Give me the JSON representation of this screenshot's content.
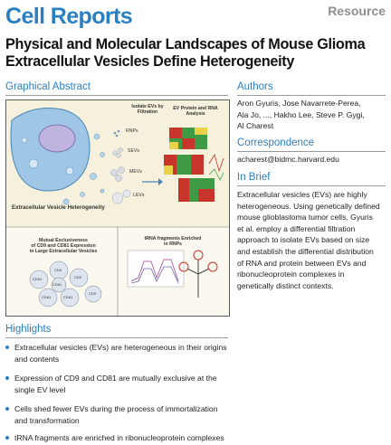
{
  "header": {
    "journal": "Cell Reports",
    "article_type": "Resource",
    "title_line1": "Physical and Molecular Landscapes of Mouse Glioma",
    "title_line2": "Extracellular Vesicles Define Heterogeneity"
  },
  "graphical_abstract": {
    "heading": "Graphical Abstract",
    "isolate_label_1": "Isolate EVs by",
    "isolate_label_2": "Filtration",
    "ev_types": [
      "RNPs",
      "SEVs",
      "MEVs",
      "LEVs"
    ],
    "analysis_label_1": "EV Protein and RNA",
    "analysis_label_2": "Analysis",
    "heterogeneity_label": "Extracellular Vesicle Heterogeneity",
    "exclusivity_label_1": "Mutual Exclusiveness",
    "exclusivity_label_2": "of CD9 and CD81 Expression",
    "exclusivity_label_3": "in Large Extracellular Vesicles",
    "trna_label_1": "tRNA fragments Enriched",
    "trna_label_2": "in RNPs",
    "cd_markers": [
      "CD81",
      "CD9",
      "CD9",
      "CD81",
      "CD81",
      "CD9",
      "CD81"
    ],
    "colors": {
      "accent": "#2a7fc1",
      "cell": "#9fc6e4",
      "nucleus": "#bfb4e0",
      "heat_red": "#c8352b",
      "heat_green": "#3f9a45"
    }
  },
  "authors": {
    "heading": "Authors",
    "line1": "Aron Gyuris, Jose Navarrete-Perea,",
    "line2": "Ala Jo, ..., Hakho Lee, Steve P. Gygi,",
    "line3": "Al Charest"
  },
  "correspondence": {
    "heading": "Correspondence",
    "email": "acharest@bidmc.harvard.edu"
  },
  "in_brief": {
    "heading": "In Brief",
    "lines": [
      "Extracellular vesicles (EVs) are highly",
      "heterogeneous. Using genetically defined",
      "mouse glioblastoma tumor cells, Gyuris",
      "et al. employ a differential filtration",
      "approach to isolate EVs based on size",
      "and establish the differential distribution",
      "of RNA and protein between EVs and",
      "ribonucleoprotein complexes in",
      "genetically distinct contexts."
    ]
  },
  "highlights": {
    "heading": "Highlights",
    "items": [
      {
        "line1": "Extracellular vesicles (EVs) are heterogeneous in their origins",
        "line2": "and contents"
      },
      {
        "line1": "Expression of CD9 and CD81 are mutually exclusive at the",
        "line2": "single EV level"
      },
      {
        "line1": "Cells shed fewer EVs during the process of immortalization",
        "line2": "and transformation"
      },
      {
        "line1": "tRNA fragments are enriched in ribonucleoprotein complexes",
        "line2": ""
      }
    ]
  }
}
